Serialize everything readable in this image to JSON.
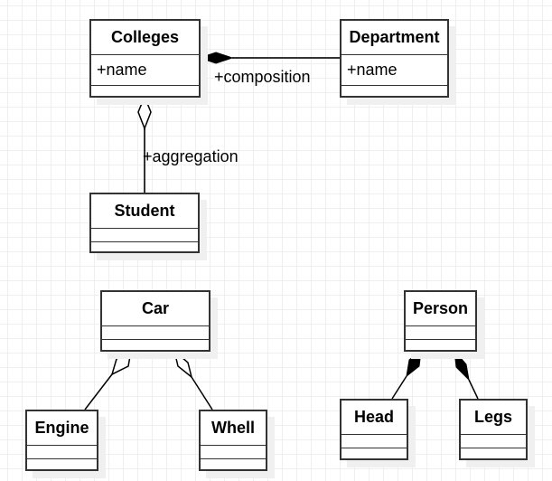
{
  "diagram": {
    "type": "UML class diagram",
    "classes": {
      "colleges": {
        "name": "Colleges",
        "attributes": [
          "+name"
        ],
        "operations": []
      },
      "department": {
        "name": "Department",
        "attributes": [
          "+name"
        ],
        "operations": []
      },
      "student": {
        "name": "Student",
        "attributes": [],
        "operations": []
      },
      "car": {
        "name": "Car",
        "attributes": [],
        "operations": []
      },
      "engine": {
        "name": "Engine",
        "attributes": [],
        "operations": []
      },
      "whell": {
        "name": "Whell",
        "attributes": [],
        "operations": []
      },
      "person": {
        "name": "Person",
        "attributes": [],
        "operations": []
      },
      "head": {
        "name": "Head",
        "attributes": [],
        "operations": []
      },
      "legs": {
        "name": "Legs",
        "attributes": [],
        "operations": []
      }
    },
    "relations": [
      {
        "kind": "composition",
        "whole": "Colleges",
        "part": "Department",
        "label": "+composition"
      },
      {
        "kind": "aggregation",
        "whole": "Colleges",
        "part": "Student",
        "label": "+aggregation"
      },
      {
        "kind": "aggregation",
        "whole": "Car",
        "part": "Engine",
        "label": ""
      },
      {
        "kind": "aggregation",
        "whole": "Car",
        "part": "Whell",
        "label": ""
      },
      {
        "kind": "composition",
        "whole": "Person",
        "part": "Head",
        "label": ""
      },
      {
        "kind": "composition",
        "whole": "Person",
        "part": "Legs",
        "label": ""
      }
    ],
    "colors": {
      "stroke": "#333333",
      "shadow": "#f0f0f0",
      "grid": "#efefef",
      "background": "#ffffff"
    }
  }
}
